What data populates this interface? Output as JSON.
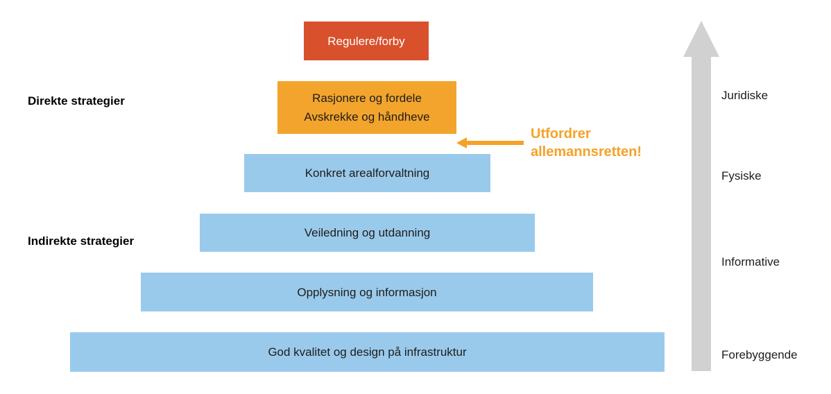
{
  "pyramid": {
    "bars": [
      {
        "id": "regulere-forby",
        "color": "#D8512C",
        "lines": [
          "Regulere/forby"
        ]
      },
      {
        "id": "rasjonere-avskrekke",
        "color": "#F3A42C",
        "lines": [
          "Rasjonere og fordele",
          "Avskrekke og håndheve"
        ]
      },
      {
        "id": "konkret-arealforvaltning",
        "color": "#9ACAEB",
        "lines": [
          "Konkret arealforvaltning"
        ]
      },
      {
        "id": "veiledning-utdanning",
        "color": "#9ACAEB",
        "lines": [
          "Veiledning og utdanning"
        ]
      },
      {
        "id": "opplysning-informasjon",
        "color": "#9ACAEB",
        "lines": [
          "Opplysning og informasjon"
        ]
      },
      {
        "id": "kvalitet-infrastruktur",
        "color": "#9ACAEB",
        "lines": [
          "God kvalitet og design på infrastruktur"
        ]
      }
    ]
  },
  "left_labels": {
    "direkte": "Direkte strategier",
    "indirekte": "Indirekte strategier"
  },
  "annotation": {
    "line1": "Utfordrer",
    "line2": "allemannsretten!",
    "arrow_icon": "left-arrow-icon"
  },
  "right_labels": {
    "juridiske": "Juridiske",
    "fysiske": "Fysiske",
    "informative": "Informative",
    "forebyggende": "Forebyggende"
  },
  "icons": {
    "axis_arrow": "up-arrow-icon"
  },
  "colors": {
    "red": "#D8512C",
    "orange": "#F3A42C",
    "blue": "#9ACAEB",
    "annotation_orange": "#F5A227",
    "gray": "#D1D1D1"
  }
}
